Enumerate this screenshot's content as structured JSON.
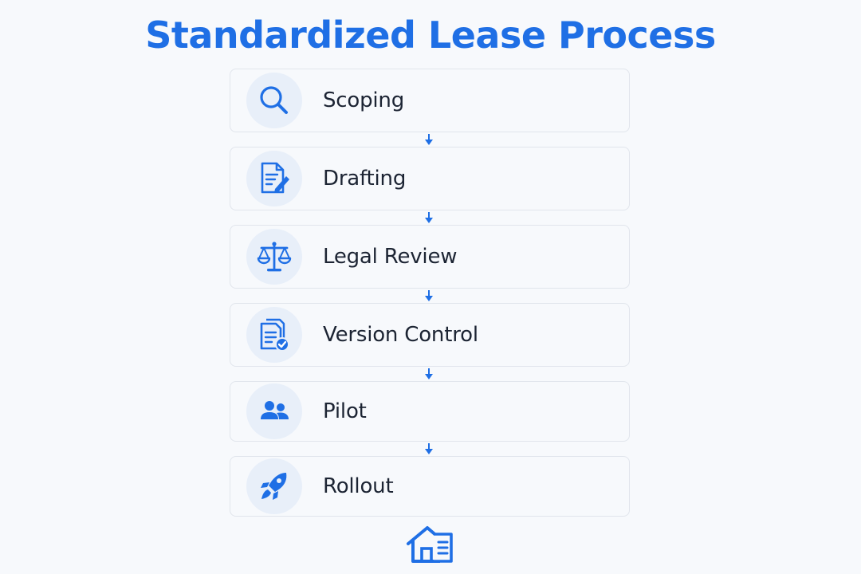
{
  "title": "Standardized Lease Process",
  "accent_color": "#1f6fe5",
  "steps": [
    {
      "label": "Scoping",
      "icon": "magnifying-glass-icon"
    },
    {
      "label": "Drafting",
      "icon": "document-pen-icon"
    },
    {
      "label": "Legal Review",
      "icon": "scales-icon"
    },
    {
      "label": "Version Control",
      "icon": "documents-check-icon"
    },
    {
      "label": "Pilot",
      "icon": "people-icon"
    },
    {
      "label": "Rollout",
      "icon": "rocket-icon"
    }
  ],
  "footer_icon": "house-document-icon"
}
